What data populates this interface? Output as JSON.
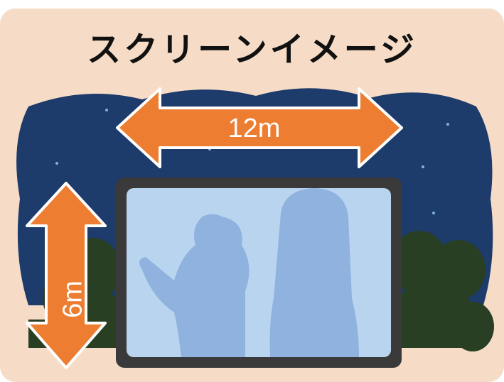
{
  "title": "スクリーンイメージ",
  "dimensions": {
    "width_label": "12m",
    "height_label": "6m"
  },
  "colors": {
    "background": "#f6dcc6",
    "night_sky": "#1d3b6b",
    "arrow": "#ec7d31",
    "screen_frame": "#3a3a3a",
    "screen": "#b9d4ef",
    "silhouette": "#8fb2df",
    "trees": "#283f24"
  },
  "icons": {
    "width_arrow": "double-horizontal-arrow",
    "height_arrow": "double-vertical-arrow"
  }
}
